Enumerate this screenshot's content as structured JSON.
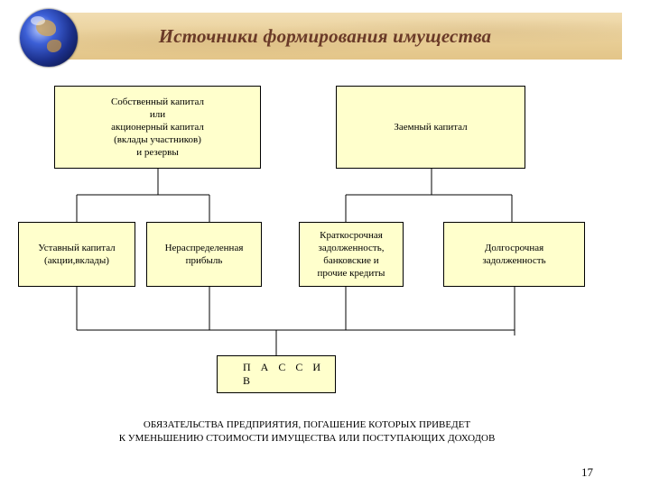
{
  "header": {
    "title": "Источники формирования имущества"
  },
  "boxes": {
    "own_capital": "Собственный капитал\nили\nакционерный капитал\n(вклады участников)\nи резервы",
    "borrowed_capital": "Заемный капитал",
    "charter_capital": "Уставный капитал\n(акции,вклады)",
    "retained_earnings": "Нераспределенная\nприбыль",
    "short_term_debt": "Краткосрочная\nзадолженность,\nбанковские и\nпрочие кредиты",
    "long_term_debt": "Долгосрочная\nзадолженность",
    "liabilities": "П А С С И В"
  },
  "footnote": "ОБЯЗАТЕЛЬСТВА ПРЕДПРИЯТИЯ, ПОГАШЕНИЕ КОТОРЫХ ПРИВЕДЕТ\nК УМЕНЬШЕНИЮ СТОИМОСТИ ИМУЩЕСТВА ИЛИ ПОСТУПАЮЩИХ ДОХОДОВ",
  "page_number": "17"
}
